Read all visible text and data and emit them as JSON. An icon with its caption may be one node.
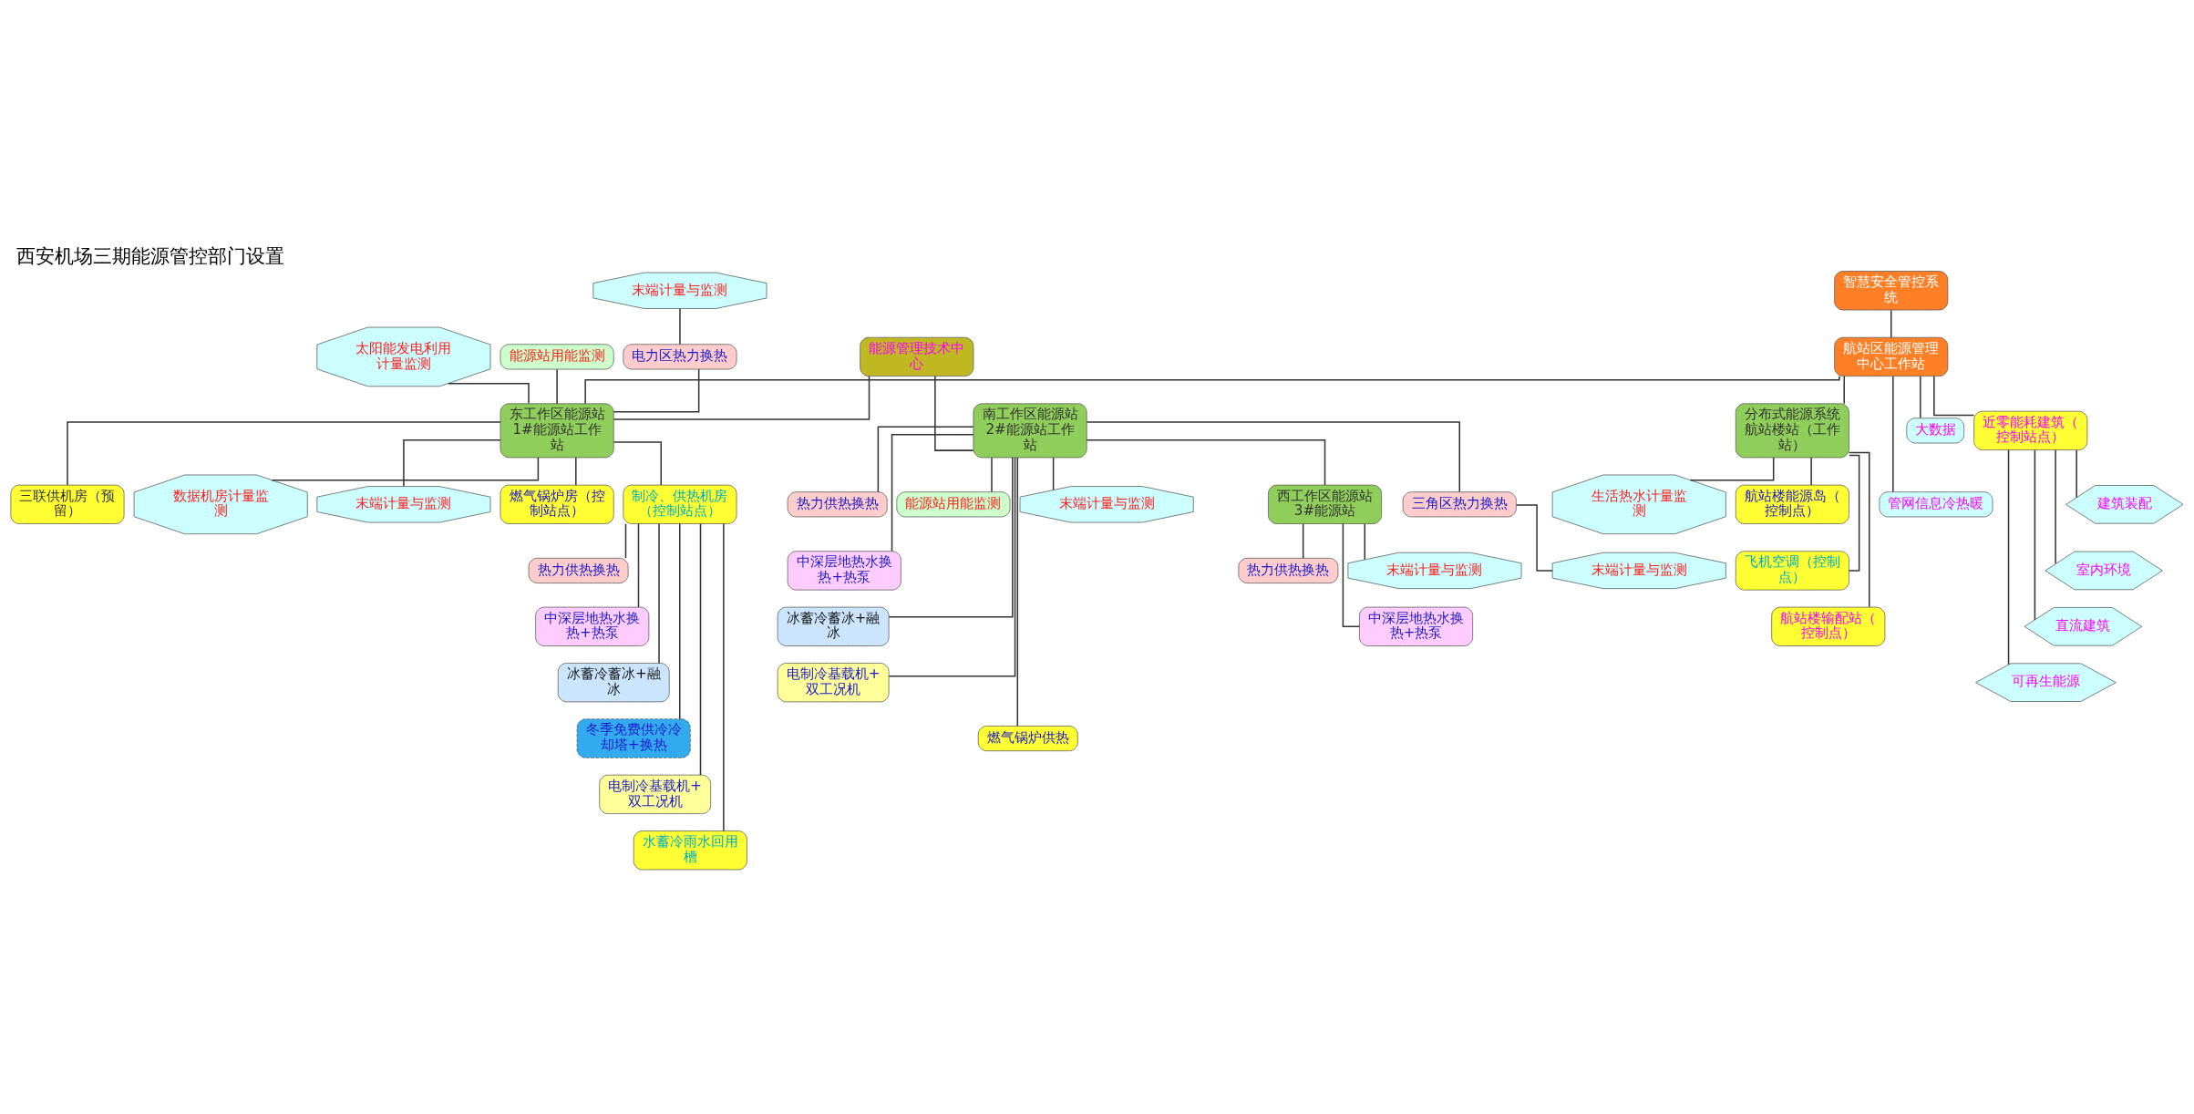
{
  "diagram": {
    "title": "西安机场三期能源管控部门设置",
    "nodes": [
      {
        "text": [
          "能源管理技术中心"
        ]
      },
      {
        "text": [
          "智慧安全管控系统"
        ]
      },
      {
        "text": [
          "建筑装配"
        ]
      },
      {
        "text": [
          "室内环境"
        ]
      },
      {
        "text": [
          "近零能耗建筑（控制站点）"
        ]
      },
      {
        "text": [
          "直流建筑"
        ]
      },
      {
        "text": [
          "可再生能源"
        ]
      },
      {
        "text": [
          "末端计量与监测"
        ]
      },
      {
        "text": [
          "太阳能发电利用计量监测"
        ]
      },
      {
        "text": [
          "能源站用能监测"
        ]
      },
      {
        "text": [
          "航站区能源管理中心工作站"
        ]
      },
      {
        "text": [
          "大数据"
        ]
      },
      {
        "text": [
          "管网信息冷热暖"
        ]
      },
      {
        "text": [
          "电力区热力换热"
        ]
      },
      {
        "text": [
          "数据机房计量监测"
        ]
      },
      {
        "text": [
          "东工作区能源站1#能源站工作站"
        ]
      },
      {
        "text": [
          "末端计量与监测"
        ]
      },
      {
        "text": [
          "分布式能源系统航站楼站（工作站）"
        ]
      },
      {
        "text": [
          "生活热水计量监测"
        ]
      },
      {
        "text": [
          "燃气锅炉房（控制站点）"
        ]
      },
      {
        "text": [
          "制冷、供热机房（控制站点）"
        ]
      },
      {
        "text": [
          "三联供机房（预留）"
        ]
      },
      {
        "text": [
          "航站楼能源岛（控制点）"
        ]
      },
      {
        "text": [
          "飞机空调（控制点）"
        ]
      },
      {
        "text": [
          "航站楼输配站（控制点）"
        ]
      },
      {
        "text": [
          "能源站用能监测"
        ]
      },
      {
        "text": [
          "南工作区能源站2#能源站工作站"
        ]
      },
      {
        "text": [
          "末端计量与监测"
        ]
      },
      {
        "text": [
          "热力供热换热"
        ]
      },
      {
        "text": [
          "中深层地热水换热+热泵"
        ]
      },
      {
        "text": [
          "冰蓄冷蓄冰+融冰"
        ]
      },
      {
        "text": [
          "冬季免费供冷冷却塔+换热"
        ]
      },
      {
        "text": [
          "电制冷基载机+双工况机"
        ]
      },
      {
        "text": [
          "水蓄冷雨水回用槽"
        ]
      },
      {
        "text": [
          "热力供热换热"
        ]
      },
      {
        "text": [
          "三角区热力换热"
        ]
      },
      {
        "text": [
          "末端计量与监测"
        ]
      },
      {
        "text": [
          "中深层地热水换热+热泵"
        ]
      },
      {
        "text": [
          "冰蓄冷蓄冰+融冰"
        ]
      },
      {
        "text": [
          "电制冷基载机+双工况机"
        ]
      },
      {
        "text": [
          "燃气锅炉供热"
        ]
      },
      {
        "text": [
          "末端计量与监测"
        ]
      },
      {
        "text": [
          "西工作区能源站3#能源站"
        ]
      },
      {
        "text": [
          "热力供热换热"
        ]
      },
      {
        "text": [
          "中深层地热水换热+热泵"
        ]
      }
    ],
    "edges": [
      {
        "from": 0,
        "to": 15,
        "arrow": "none"
      },
      {
        "from": 0,
        "to": 26,
        "arrow": "none"
      },
      {
        "from": 1,
        "to": 10,
        "arrow": "none"
      },
      {
        "from": 10,
        "to": 4,
        "arrow": "none"
      },
      {
        "from": 4,
        "to": 2,
        "arrow": "none"
      },
      {
        "from": 4,
        "to": 3,
        "arrow": "none"
      },
      {
        "from": 4,
        "to": 5,
        "arrow": "none"
      },
      {
        "from": 4,
        "to": 6,
        "arrow": "none"
      },
      {
        "from": 10,
        "to": 11,
        "arrow": "none"
      },
      {
        "from": 10,
        "to": 12,
        "arrow": "none"
      },
      {
        "from": 10,
        "to": 17,
        "arrow": "none"
      },
      {
        "from": 10,
        "to": 15,
        "arrow": "none"
      },
      {
        "from": 7,
        "to": 13,
        "arrow": "none"
      },
      {
        "from": 13,
        "to": 15,
        "arrow": "none"
      },
      {
        "from": 8,
        "to": 15,
        "arrow": "none"
      },
      {
        "from": 9,
        "to": 15,
        "arrow": "none"
      },
      {
        "from": 15,
        "to": 14,
        "arrow": "none"
      },
      {
        "from": 15,
        "to": 16,
        "arrow": "none"
      },
      {
        "from": 15,
        "to": 19,
        "arrow": "none"
      },
      {
        "from": 15,
        "to": 20,
        "arrow": "none"
      },
      {
        "from": 15,
        "to": 21,
        "arrow": "none"
      },
      {
        "from": 17,
        "to": 18,
        "arrow": "none"
      },
      {
        "from": 17,
        "to": 22,
        "arrow": "none"
      },
      {
        "from": 17,
        "to": 23,
        "arrow": "none"
      },
      {
        "from": 17,
        "to": 24,
        "arrow": "none"
      },
      {
        "from": 20,
        "to": 28,
        "arrow": "none"
      },
      {
        "from": 20,
        "to": 29,
        "arrow": "none"
      },
      {
        "from": 20,
        "to": 30,
        "arrow": "none"
      },
      {
        "from": 20,
        "to": 31,
        "arrow": "none"
      },
      {
        "from": 20,
        "to": 32,
        "arrow": "none"
      },
      {
        "from": 20,
        "to": 33,
        "arrow": "none"
      },
      {
        "from": 26,
        "to": 25,
        "arrow": "none"
      },
      {
        "from": 26,
        "to": 27,
        "arrow": "none"
      },
      {
        "from": 26,
        "to": 42,
        "arrow": "none"
      },
      {
        "from": 26,
        "to": 35,
        "arrow": "none"
      },
      {
        "from": 26,
        "to": 34,
        "arrow": "none"
      },
      {
        "from": 26,
        "to": 37,
        "arrow": "none"
      },
      {
        "from": 26,
        "to": 38,
        "arrow": "none"
      },
      {
        "from": 26,
        "to": 39,
        "arrow": "none"
      },
      {
        "from": 26,
        "to": 40,
        "arrow": "none"
      },
      {
        "from": 35,
        "to": 36,
        "arrow": "none"
      },
      {
        "from": 42,
        "to": 41,
        "arrow": "none"
      },
      {
        "from": 42,
        "to": 43,
        "arrow": "none"
      },
      {
        "from": 42,
        "to": 44,
        "arrow": "none"
      }
    ]
  }
}
